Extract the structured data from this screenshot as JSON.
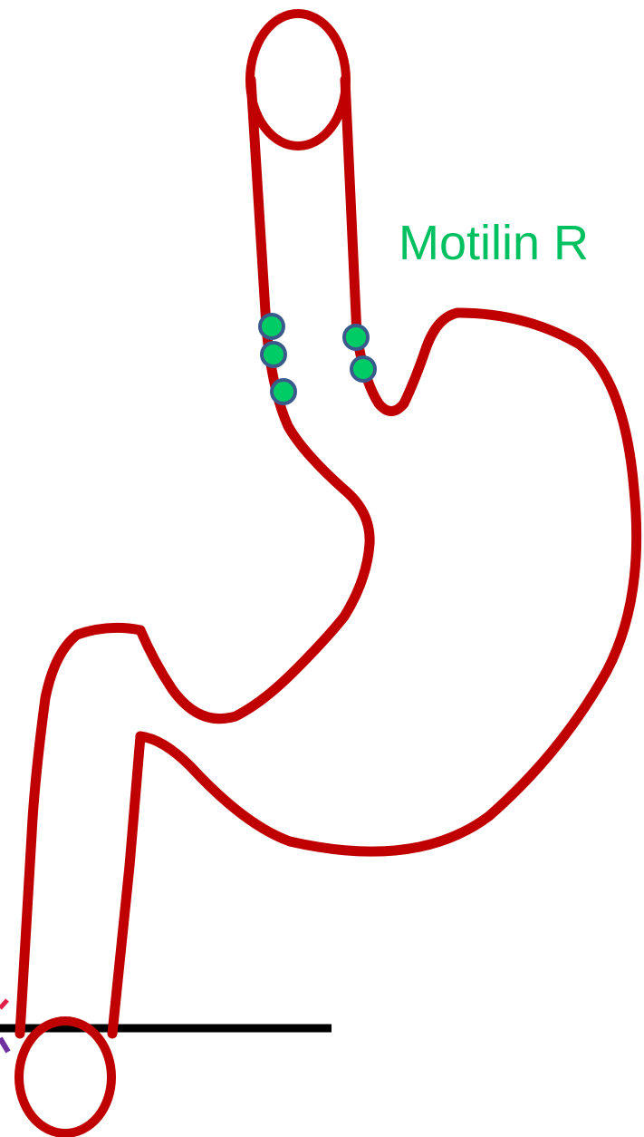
{
  "labels": {
    "motilin_receptor": "Motilin R"
  },
  "colors": {
    "organ_outline": "#c00000",
    "receptor_fill": "#00cc66",
    "receptor_ring": "#3a5a8c",
    "label_text": "#00c060",
    "horizontal_line": "#000000",
    "marker_red": "#e0204a",
    "marker_purple": "#7030a0"
  },
  "diagram": {
    "subject": "stomach-with-esophagus-and-duodenum",
    "receptor_count": 5
  }
}
